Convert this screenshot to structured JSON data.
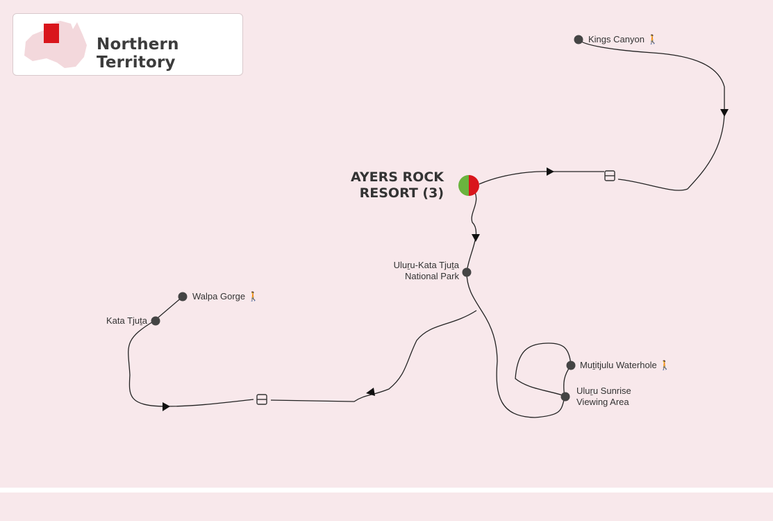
{
  "region": {
    "title": "Northern Territory",
    "highlight_color": "#d9161c"
  },
  "hub": {
    "name_line1": "AYERS ROCK",
    "name_line2": "RESORT (3)",
    "colors": [
      "#6ab43e",
      "#d9161c"
    ]
  },
  "stops": [
    {
      "name": "Kings Canyon",
      "icon": "hiking-icon"
    },
    {
      "name_line1": "Uluṟu-Kata Tjuṯa",
      "name_line2": "National Park"
    },
    {
      "name": "Walpa Gorge",
      "icon": "hiking-icon"
    },
    {
      "name": "Kata Tjuṯa"
    },
    {
      "name": "Muṯitjulu Waterhole",
      "icon": "hiking-icon"
    },
    {
      "name_line1": "Uluṟu Sunrise",
      "name_line2": "Viewing Area"
    }
  ],
  "transport_icons": [
    "bus-icon",
    "bus-icon"
  ]
}
